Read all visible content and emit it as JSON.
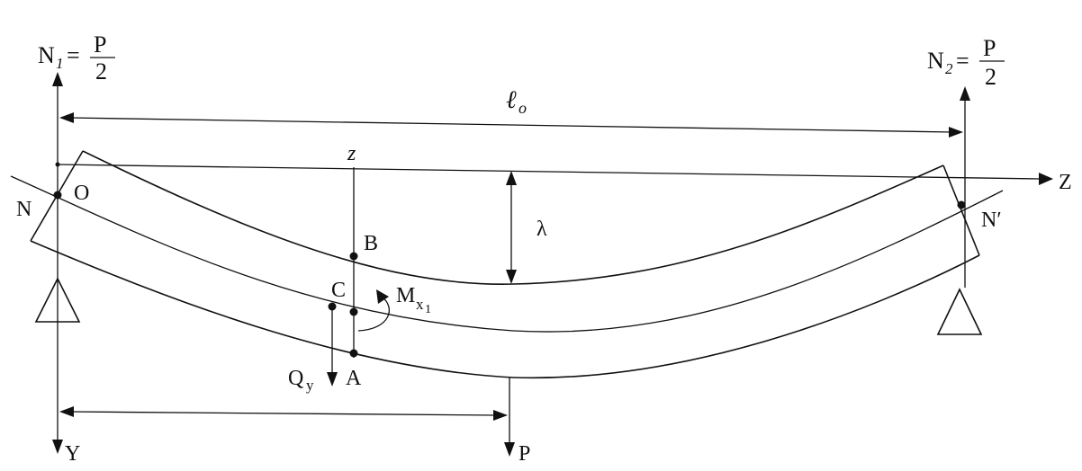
{
  "diagram": {
    "reaction_left": {
      "symbol": "N",
      "subscript": "1",
      "equals": "=",
      "fraction_num": "P",
      "fraction_den": "2"
    },
    "reaction_right": {
      "symbol": "N",
      "subscript": "2",
      "equals": "=",
      "fraction_num": "P",
      "fraction_den": "2"
    },
    "span_label": "ℓ",
    "span_label_sub": "o",
    "axis_z_upper": "z",
    "axis_z": "Z",
    "axis_y": "Y",
    "load": "P",
    "deflection": "λ",
    "point_o": "O",
    "point_n_left": "N",
    "point_n_right": "N′",
    "point_b": "B",
    "point_c": "C",
    "point_a": "A",
    "moment": "M",
    "moment_sub": "x",
    "moment_subsub": "1",
    "shear": "Q",
    "shear_sub": "y"
  }
}
